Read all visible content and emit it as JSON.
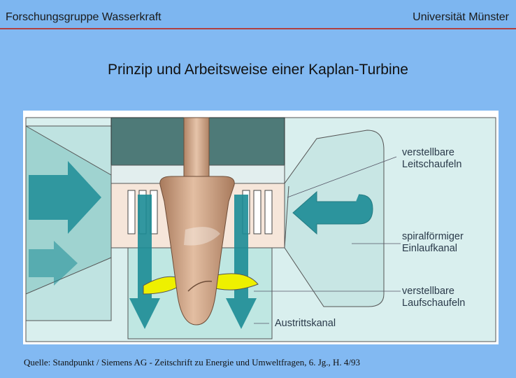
{
  "header": {
    "left": "Forschungsgruppe Wasserkraft",
    "right": "Universität Münster"
  },
  "title": "Prinzip und Arbeitsweise einer Kaplan-Turbine",
  "labels": {
    "leitschaufeln_1": "verstellbare",
    "leitschaufeln_2": "Leitschaufeln",
    "einlauf_1": "spiralförmiger",
    "einlauf_2": "Einlaufkanal",
    "laufschaufeln_1": "verstellbare",
    "laufschaufeln_2": "Laufschaufeln",
    "austritt": "Austrittskanal"
  },
  "source": "Quelle: Standpunkt  / Siemens AG - Zeitschrift zu Energie und Umweltfragen, 6. Jg., H. 4/93",
  "colors": {
    "background": "#82b9f2",
    "header_line": "#b04040",
    "water": "#c8e6e4",
    "flow_arrow": "#1c8c96",
    "housing": "#4e7a78",
    "hub": "#cfa386",
    "runner_blade": "#eef000"
  }
}
